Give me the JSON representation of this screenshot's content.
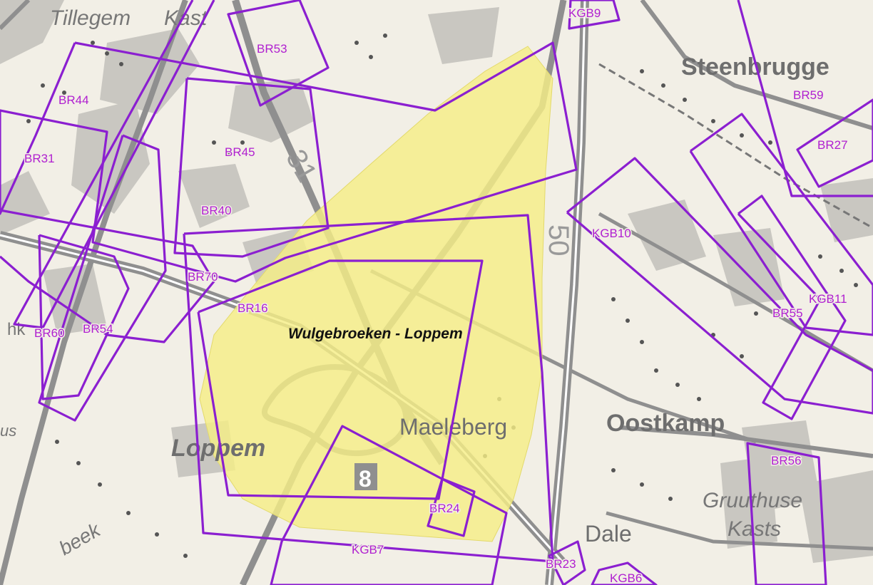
{
  "map": {
    "area": {
      "name": "Wulgebroeken - Loppem",
      "fill_color": "#f5ee86"
    },
    "boundary_color": "#8b1fd0",
    "zones": [
      "KGB9",
      "BR53",
      "BR44",
      "BR31",
      "BR45",
      "BR40",
      "BR70",
      "BR16",
      "BR60",
      "BR54",
      "KGB10",
      "BR59",
      "BR27",
      "BR55",
      "KGB11",
      "BR56",
      "BR24",
      "KGB7",
      "BR23",
      "KGB6"
    ],
    "place_names": {
      "steenbrugge": "Steenbrugge",
      "oostkamp": "Oostkamp",
      "loppem": "Loppem",
      "maeleberg": "Maeleberg",
      "dale": "Dale",
      "gruuthuse": "Gruuthuse",
      "kasteel": "Kasts",
      "tillegem": "Tillegem",
      "kast": "Kast",
      "beek": "beek",
      "hoek": "hk",
      "us": "us"
    },
    "road_numbers": [
      "31",
      "50",
      "8"
    ]
  }
}
